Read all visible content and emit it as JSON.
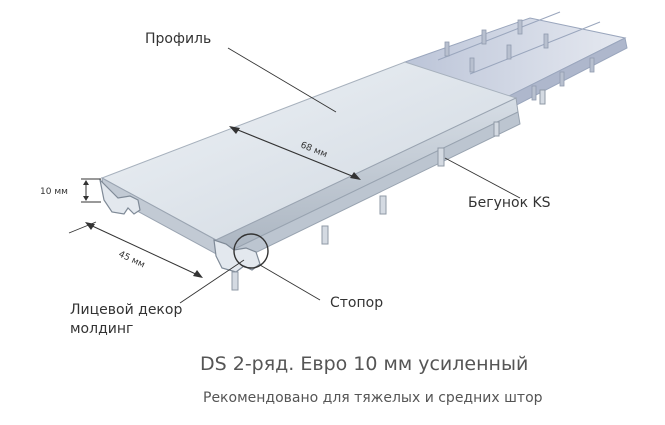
{
  "labels": {
    "profile": "Профиль",
    "width_68": "68 мм",
    "height_10": "10 мм",
    "depth_45": "45 мм",
    "runner": "Бегунок KS",
    "stopper": "Стопор",
    "decor_line1": "Лицевой декор",
    "decor_line2": "молдинг"
  },
  "caption": {
    "title": "DS 2-ряд.  Евро 10 мм усиленный",
    "subtitle": "Рекомендовано для тяжелых и средних штор"
  },
  "colors": {
    "top_surface": "#dfe5ec",
    "front_face": "#c9d1db",
    "transparent_part": "#b9c1d6",
    "edge": "#98a3b0",
    "label_text": "#333333",
    "caption_text": "#555555"
  }
}
